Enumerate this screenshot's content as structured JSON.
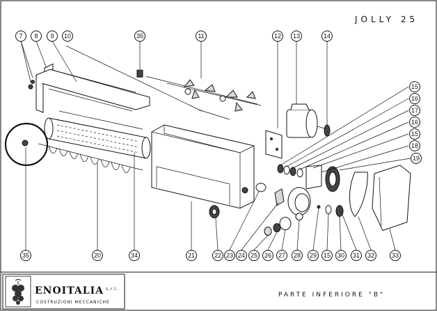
{
  "title": "JOLLY 25",
  "caption": "PARTE INFERIORE \"B\"",
  "brand": {
    "name": "ENOITALIA",
    "suffix": "s.r.l.",
    "tagline": "COSTRUZIONI MECCANICHE"
  },
  "callouts": {
    "c7": "7",
    "c8": "8",
    "c9": "9",
    "c10": "10",
    "c35a": "35",
    "c11": "11",
    "c12": "12",
    "c13": "13",
    "c14": "14",
    "c15a": "15",
    "c16a": "16",
    "c17": "17",
    "c16b": "16",
    "c15b": "15",
    "c18": "18",
    "c19": "19",
    "c35b": "35",
    "c20": "20",
    "c34": "34",
    "c21": "21",
    "c22": "22",
    "c23": "23",
    "c24": "24",
    "c25": "25",
    "c26": "26",
    "c27": "27",
    "c28": "28",
    "c29": "29",
    "c15c": "15",
    "c30": "30",
    "c31": "31",
    "c32": "32",
    "c33": "33"
  }
}
